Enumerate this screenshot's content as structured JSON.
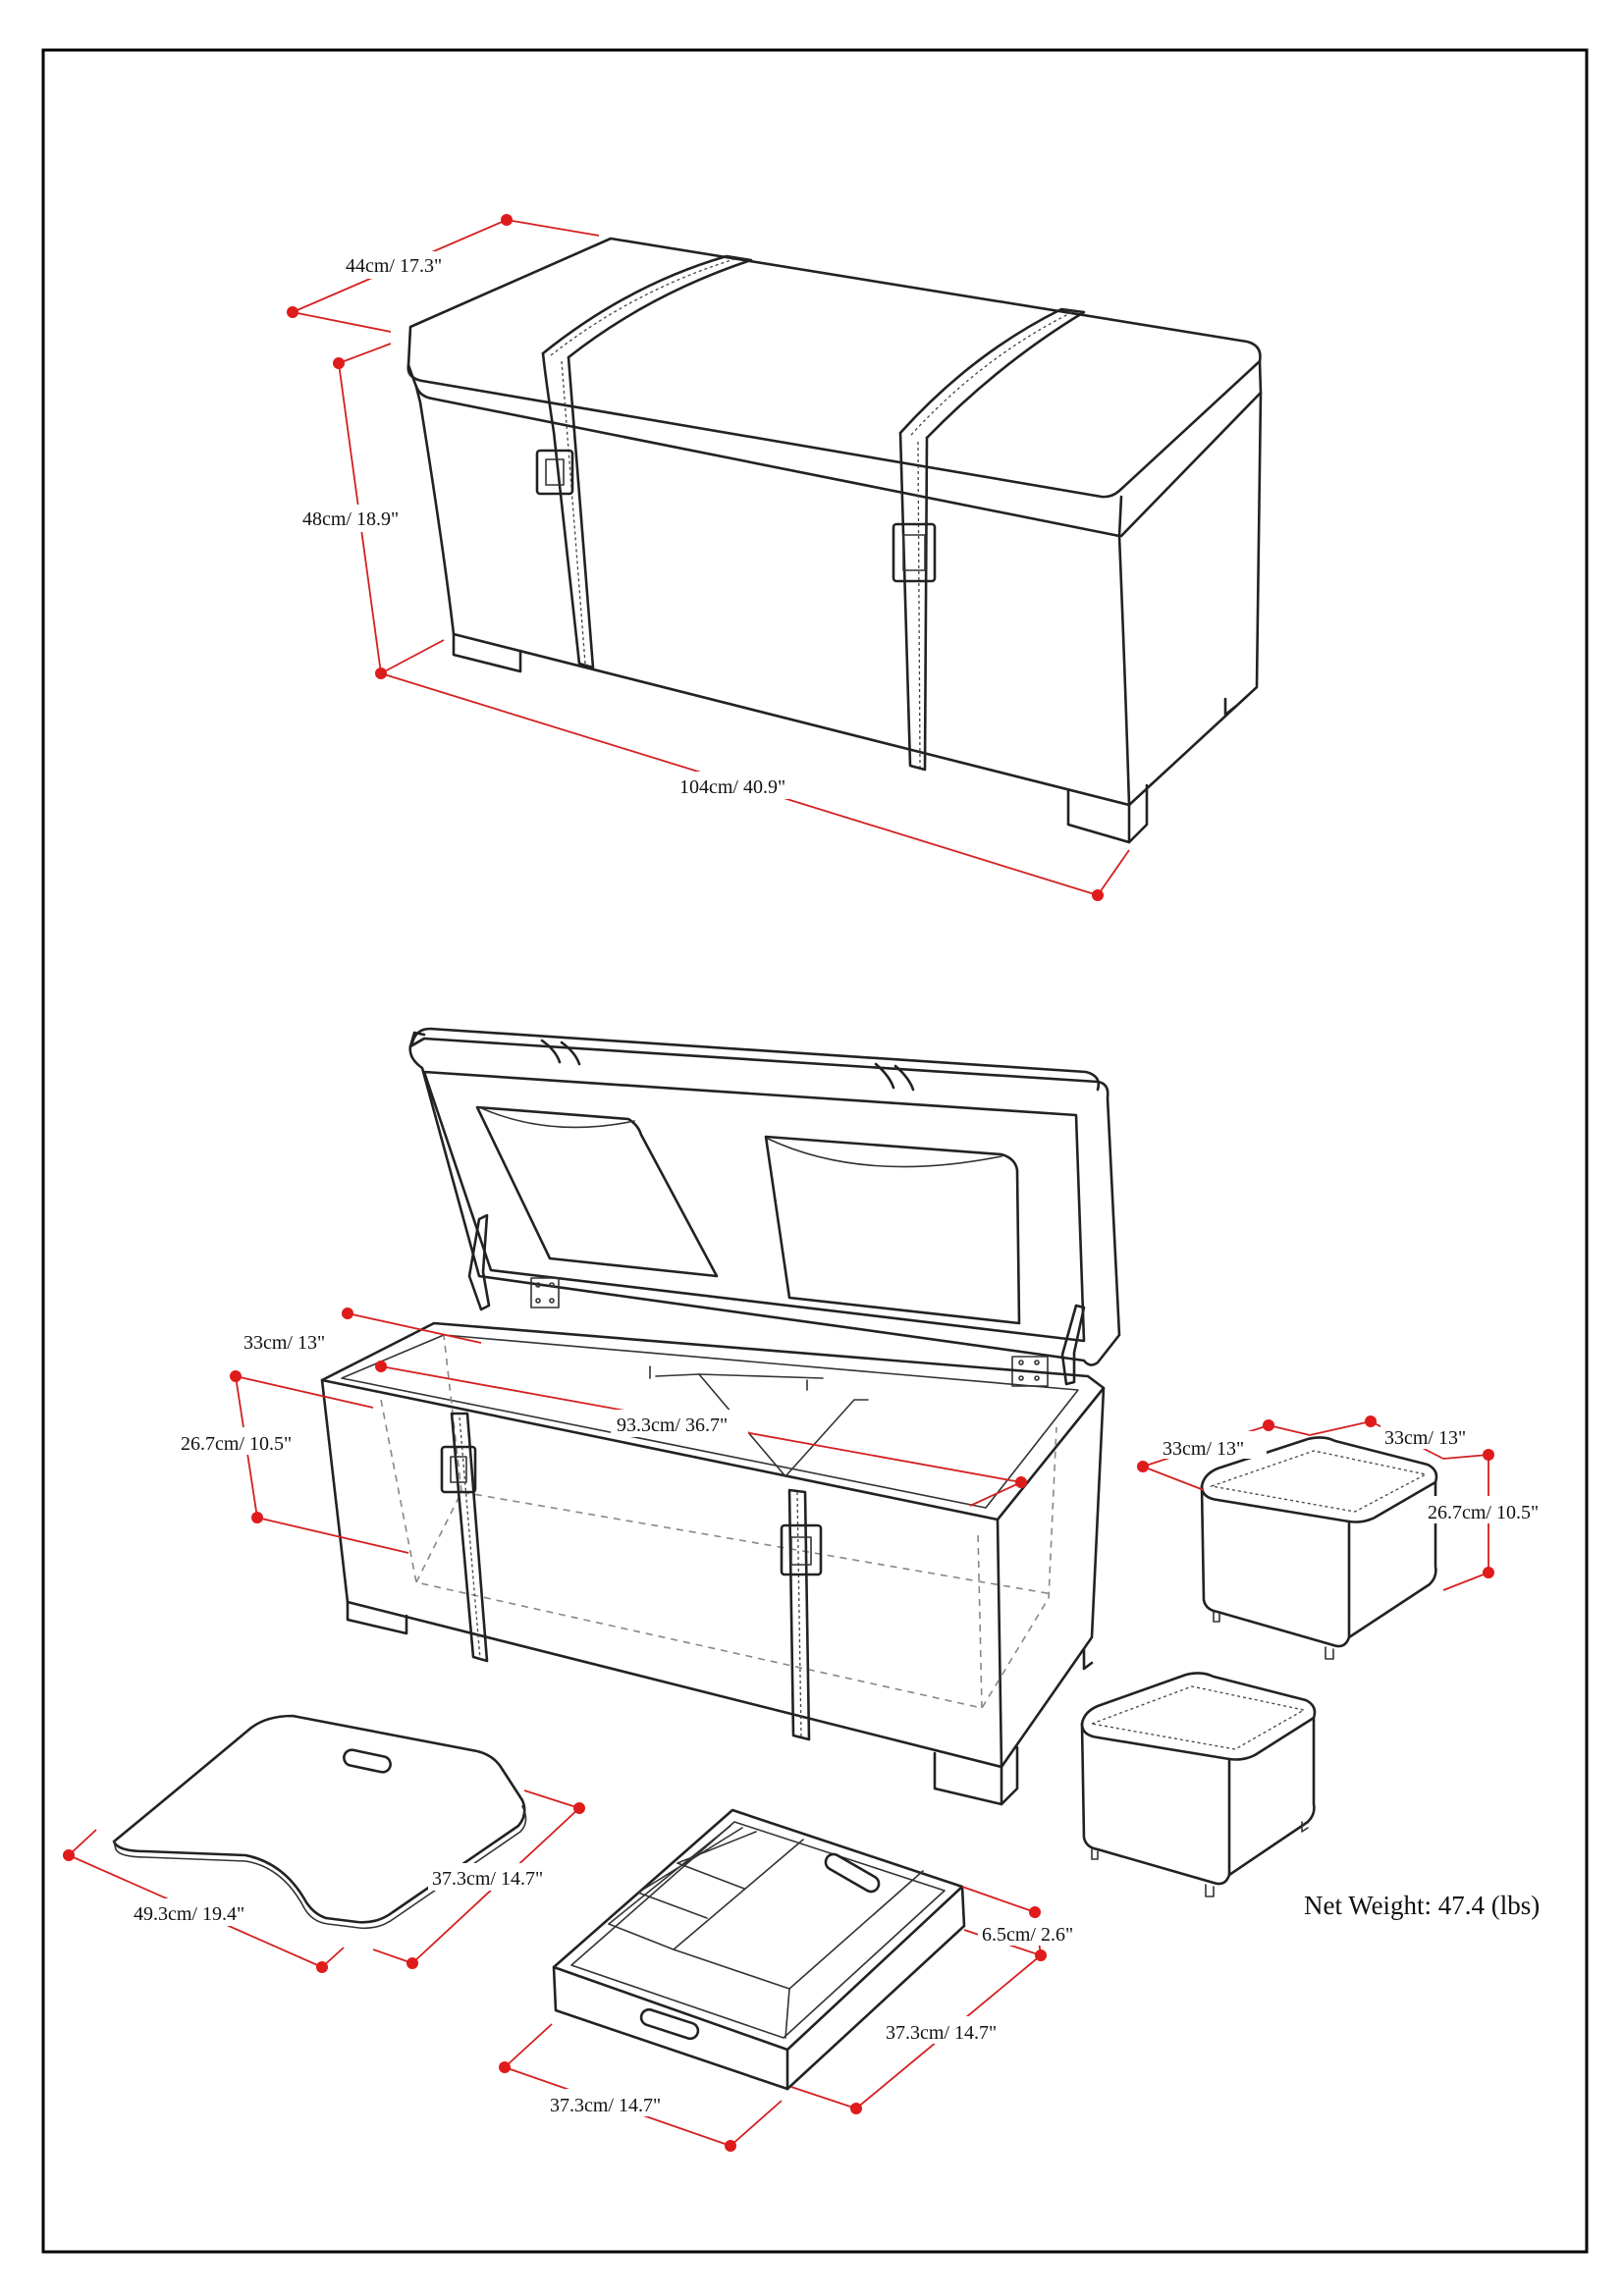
{
  "labels": {
    "bench_depth": "44cm/ 17.3\"",
    "bench_height": "48cm/ 18.9\"",
    "bench_width": "104cm/ 40.9\"",
    "inner_depth": "33cm/ 13\"",
    "inner_height": "26.7cm/ 10.5\"",
    "inner_width": "93.3cm/ 36.7\"",
    "ottoman_width": "33cm/ 13\"",
    "ottoman_depth": "33cm/ 13\"",
    "ottoman_height": "26.7cm/ 10.5\"",
    "tray_lid_width": "49.3cm/ 19.4\"",
    "tray_lid_depth": "37.3cm/ 14.7\"",
    "tray_height": "6.5cm/ 2.6\"",
    "tray_depth": "37.3cm/ 14.7\"",
    "tray_width": "37.3cm/ 14.7\""
  },
  "net_weight": "Net Weight: 47.4 (lbs)",
  "colors": {
    "dimension_line": "#d42020",
    "dimension_dot": "#e01b1b",
    "outline": "#222222"
  }
}
